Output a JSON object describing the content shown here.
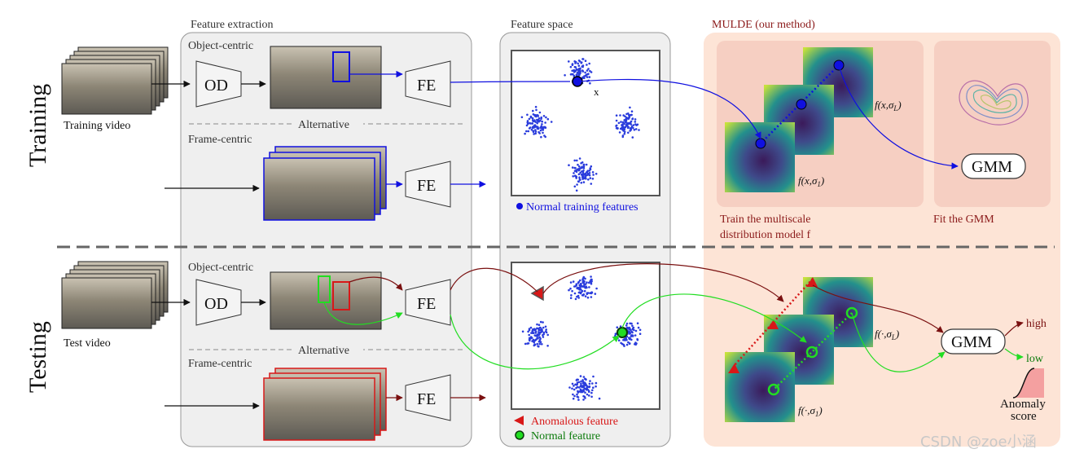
{
  "rows": {
    "training": "Training",
    "testing": "Testing"
  },
  "sections": {
    "feature_extraction": "Feature extraction",
    "feature_space": "Feature space",
    "method": "MULDE (our method)"
  },
  "labels": {
    "object_centric": "Object-centric",
    "frame_centric": "Frame-centric",
    "alternative": "Alternative",
    "od": "OD",
    "fe": "FE",
    "training_video": "Training video",
    "test_video": "Test video",
    "x": "x",
    "gmm": "GMM",
    "train_model": "Train the multiscale",
    "train_model_2": "distribution model f",
    "fit_gmm": "Fit the GMM",
    "high": "high",
    "low": "low",
    "anomaly": "Anomaly",
    "score": "score"
  },
  "math": {
    "f_x_sigma_L": "f(x,σ",
    "f_x_sigma_1": "f(x,σ",
    "f_dot_sigma_L": "f(·,σ",
    "f_dot_sigma_1": "f(·,σ",
    "sub_L": "L",
    "sub_1": "1",
    "close": ")"
  },
  "legend": {
    "normal_training": "Normal training features",
    "anomalous": "Anomalous feature",
    "normal": "Normal feature"
  },
  "watermark": "CSDN @zoe小涵",
  "colors": {
    "blue": "#1010e0",
    "red": "#d81818",
    "green": "#22dd22",
    "darkred": "#7a1010",
    "panel_gray": "#efefef",
    "panel_peach": "#fde4d6",
    "panel_inner": "#f6cfc2"
  }
}
